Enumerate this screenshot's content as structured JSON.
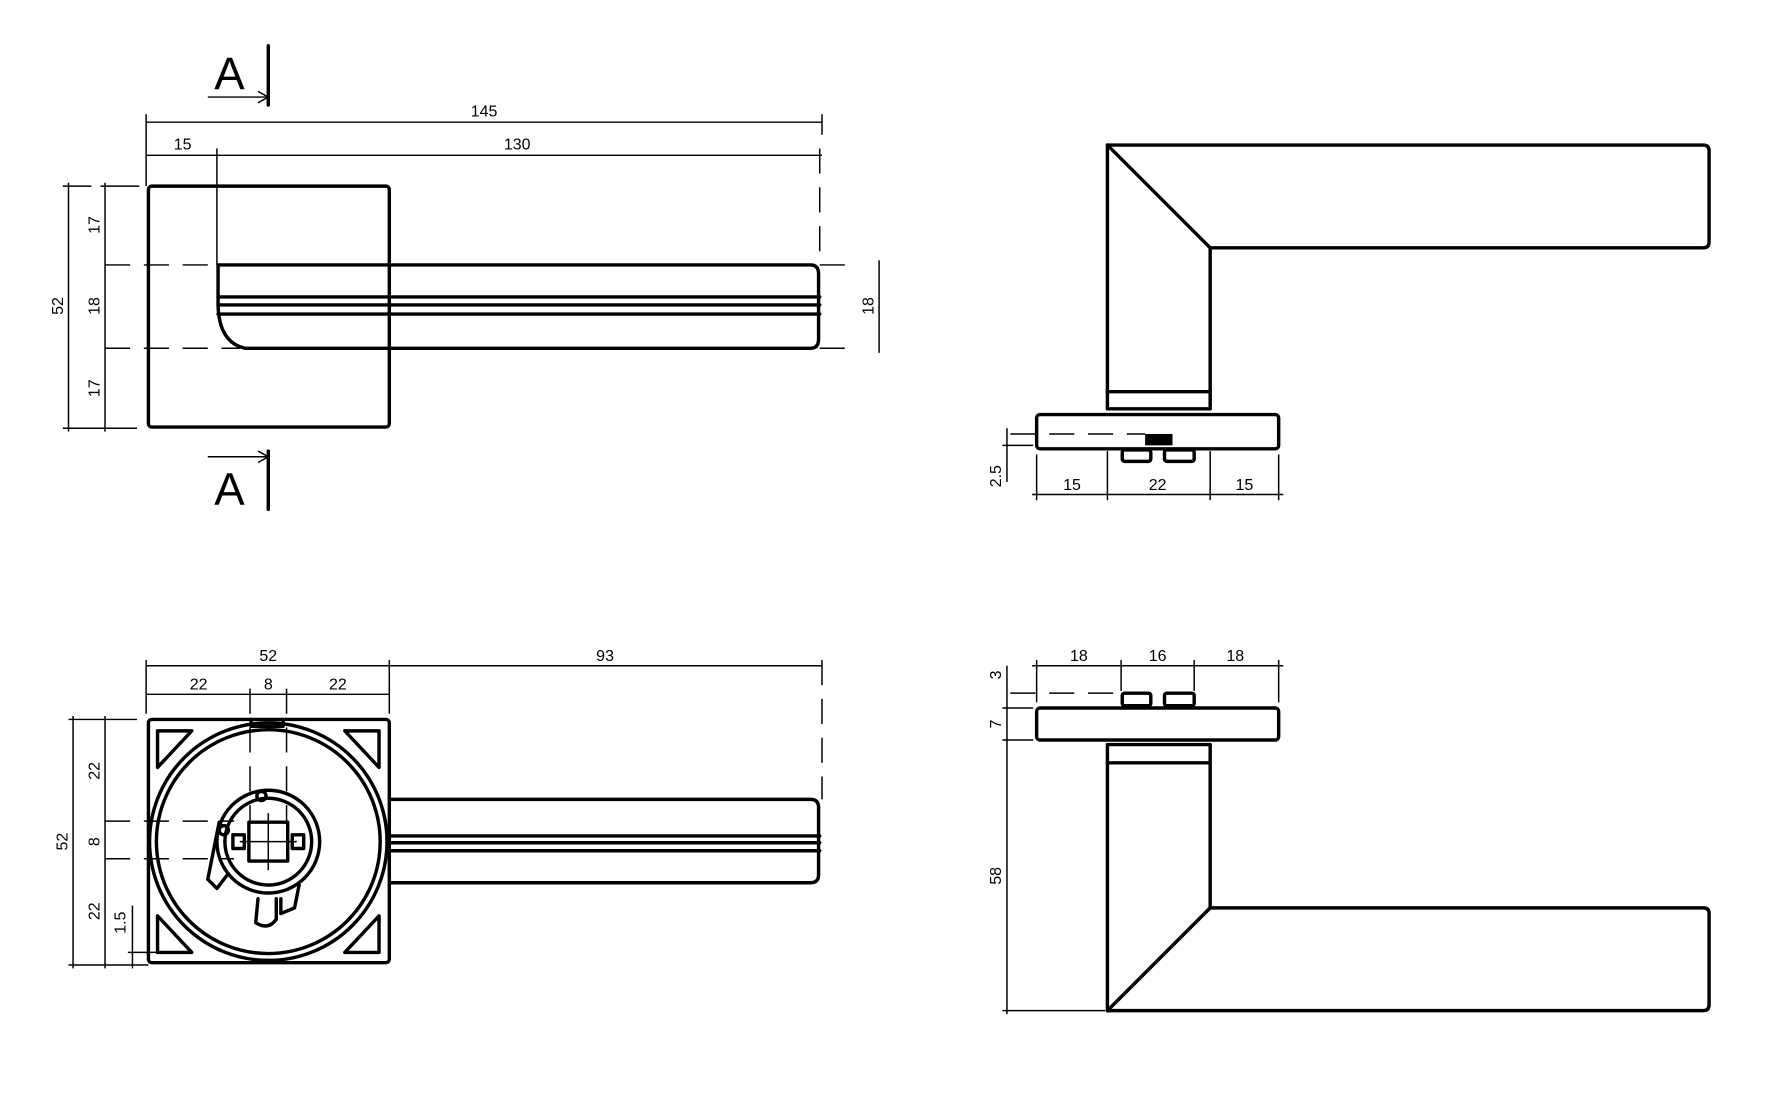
{
  "drawing": {
    "section_marker": "A",
    "front_view": {
      "overall_length": "145",
      "rose_offset": "15",
      "lever_length": "130",
      "rose_height": "52",
      "upper_margin": "17",
      "lever_height": "18",
      "lower_margin": "17",
      "lever_height_right": "18"
    },
    "top_side_view": {
      "left": "15",
      "center": "22",
      "right": "15",
      "depth": "2.5"
    },
    "rear_view": {
      "rose_width": "52",
      "lever_projection": "93",
      "left": "22",
      "center": "8",
      "right": "22",
      "rose_height": "52",
      "upper": "22",
      "middle": "8",
      "lower": "22",
      "edge": "1.5"
    },
    "bottom_side_view": {
      "left": "18",
      "center": "16",
      "right": "18",
      "spring_height": "3",
      "rose_thickness": "7",
      "lever_height": "58"
    }
  }
}
